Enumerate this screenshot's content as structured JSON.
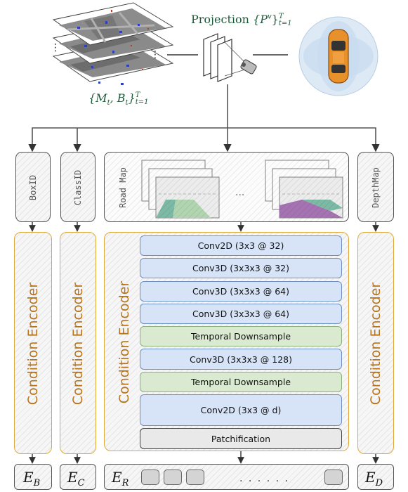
{
  "projection": {
    "label": "Projection ",
    "math": "{P",
    "sup_v": "v",
    "close": "}",
    "sup_T": "T",
    "sub_t": "t=1"
  },
  "maps_label": {
    "open": "{M",
    "sub_t1": "t",
    "mid": ", B",
    "sub_t2": "t",
    "close": "}",
    "sup_T": "T",
    "sub_t": "t=1"
  },
  "inputs": {
    "box_id": "BoxID",
    "class_id": "ClassID",
    "road_map": "Road Map",
    "road_ellipsis": "...",
    "depth_map": "DepthMap"
  },
  "encoders": {
    "b": "Condition Encoder",
    "c": "Condition Encoder",
    "r": "Condition Encoder",
    "d": "Condition Encoder"
  },
  "layers": [
    {
      "label": "Conv2D (3x3 @ 32)",
      "kind": "blue"
    },
    {
      "label": "Conv3D (3x3x3 @ 32)",
      "kind": "blue"
    },
    {
      "label": "Conv3D (3x3x3 @ 64)",
      "kind": "blue"
    },
    {
      "label": "Conv3D (3x3x3 @ 64)",
      "kind": "blue"
    },
    {
      "label": "Temporal Downsample",
      "kind": "green"
    },
    {
      "label": "Conv3D (3x3x3 @ 128)",
      "kind": "blue"
    },
    {
      "label": "Temporal Downsample",
      "kind": "green"
    },
    {
      "label": "Conv2D (3x3 @ d)",
      "kind": "blue"
    },
    {
      "label": "Patchification",
      "kind": "gray"
    }
  ],
  "outputs": {
    "e_b": {
      "main": "E",
      "sub": "B"
    },
    "e_c": {
      "main": "E",
      "sub": "C"
    },
    "e_r": {
      "main": "E",
      "sub": "R"
    },
    "e_d": {
      "main": "E",
      "sub": "D"
    },
    "token_ellipsis": ". . . . . ."
  },
  "colors": {
    "encoder_border": "#e0a838",
    "encoder_text": "#b8741a",
    "conv_fill": "#d7e4f7",
    "downsample_fill": "#d9ead0",
    "patch_fill": "#e9e9e9"
  },
  "icons": [
    "bev-map-stack-image",
    "camera-projection-icon",
    "car-topview-image"
  ]
}
